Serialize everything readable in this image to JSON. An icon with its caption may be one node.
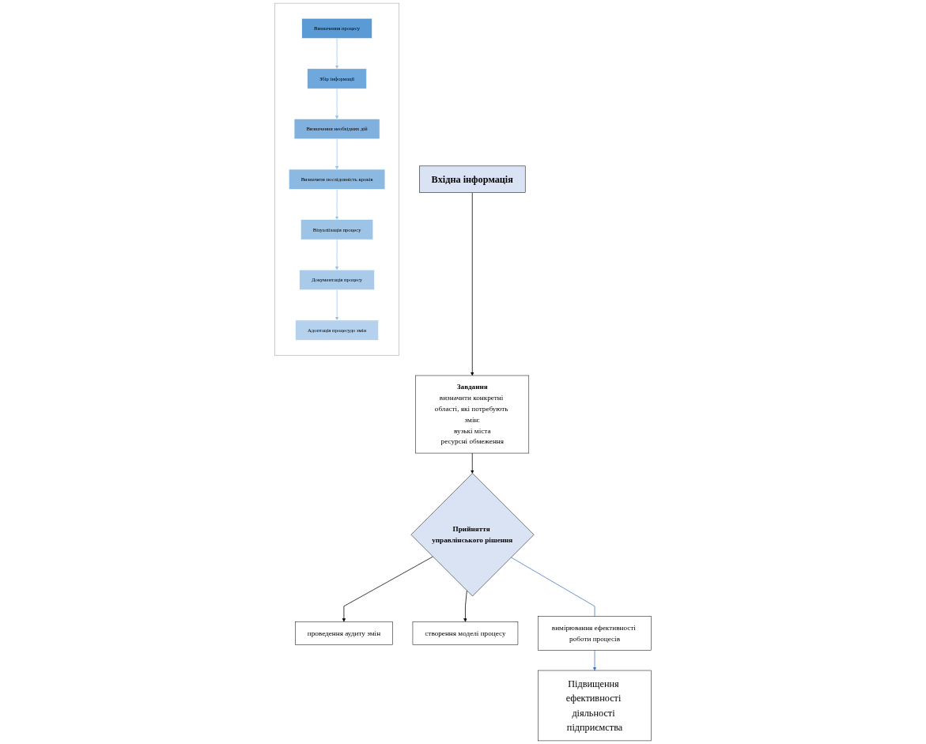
{
  "diagram": {
    "nodes": [
      {
        "text": [
          "Вхідна інформація"
        ]
      },
      {
        "text": [
          "Завдання",
          "визначити конкретні області, які потребують змін:",
          "вузькі міста",
          "ресурсні обмеження"
        ]
      },
      {
        "text": [],
        "shape": "box"
      },
      {
        "text": [
          "Визначення процесу"
        ],
        "in": 2
      },
      {
        "text": [
          "Збір інформації"
        ],
        "in": 2
      },
      {
        "text": [
          "Визначення необхідних дій"
        ],
        "in": 2
      },
      {
        "text": [
          "Визначити послідовність кроків"
        ],
        "in": 2
      },
      {
        "text": [
          "Візуаліізація процесу"
        ],
        "in": 2
      },
      {
        "text": [
          "Документація процесу"
        ],
        "in": 2
      },
      {
        "text": [
          "Адоптація процесудо змін"
        ],
        "in": 2
      },
      {
        "text": [
          "Прийняття управлінського рішення"
        ]
      },
      {
        "text": [
          "проведення аудиту змін"
        ]
      },
      {
        "text": [
          "створення моделі процесу"
        ]
      },
      {
        "text": [
          "вимірювання ефективності роботи процесів"
        ]
      },
      {
        "text": [
          "Підвищення ефективності діяльності підприємства"
        ]
      }
    ],
    "edges": [
      {
        "from": 0,
        "to": 1,
        "arrow": "to",
        "color": "#000000"
      },
      {
        "from": 1,
        "to": 10,
        "arrow": "to",
        "color": "#000000"
      },
      {
        "from": 3,
        "to": 4,
        "arrow": "to",
        "color": "#9dc3e6"
      },
      {
        "from": 4,
        "to": 5,
        "arrow": "to",
        "color": "#9dc3e6"
      },
      {
        "from": 5,
        "to": 6,
        "arrow": "to",
        "color": "#9dc3e6"
      },
      {
        "from": 6,
        "to": 7,
        "arrow": "to",
        "color": "#9dc3e6"
      },
      {
        "from": 7,
        "to": 8,
        "arrow": "to",
        "color": "#9dc3e6"
      },
      {
        "from": 8,
        "to": 9,
        "arrow": "to",
        "color": "#9dc3e6"
      },
      {
        "from": 10,
        "to": 11,
        "arrow": "to",
        "color": "#000000"
      },
      {
        "from": 10,
        "to": 12,
        "arrow": "to",
        "color": "#000000"
      },
      {
        "from": 10,
        "to": 13,
        "arrow": "none",
        "color": "#4472c4"
      },
      {
        "from": 13,
        "to": 14,
        "arrow": "to",
        "color": "#4472c4"
      }
    ]
  }
}
